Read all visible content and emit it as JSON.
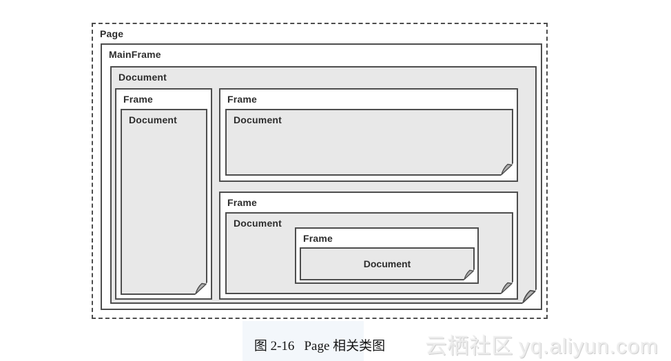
{
  "diagram": {
    "page": {
      "label": "Page"
    },
    "mainframe": {
      "label": "MainFrame"
    },
    "main_document": {
      "label": "Document"
    },
    "left_frame": {
      "label": "Frame",
      "document": {
        "label": "Document"
      }
    },
    "top_right_frame": {
      "label": "Frame",
      "document": {
        "label": "Document"
      }
    },
    "bottom_right_frame": {
      "label": "Frame",
      "document": {
        "label": "Document",
        "nested_frame": {
          "label": "Frame",
          "document": {
            "label": "Document"
          }
        }
      }
    }
  },
  "caption": {
    "number": "图 2-16",
    "title": "Page 相关类图"
  },
  "watermark": {
    "site_name": "云栖社区",
    "site_url": "yq.aliyun.com"
  },
  "colors": {
    "box_border": "#4d4d4d",
    "document_fill": "#e8e8e8",
    "frame_fill": "#ffffff",
    "fold_fill": "#b0b0b0",
    "label_text": "#2d2d2d",
    "caption_text": "#141414",
    "watermark_text": "#ececec"
  }
}
